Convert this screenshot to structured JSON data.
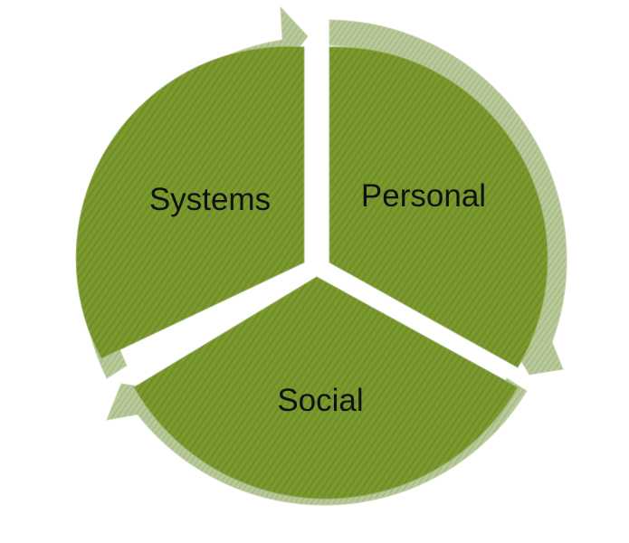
{
  "diagram": {
    "type": "cycle",
    "segments": [
      {
        "label": "Systems"
      },
      {
        "label": "Personal"
      },
      {
        "label": "Social"
      }
    ],
    "colors": {
      "segment_fill": "#7a9a2e",
      "segment_stripe": "#6f8c28",
      "ring_fill": "#b9c99a",
      "ring_stripe": "#a8bb86",
      "label_color": "#111111"
    }
  }
}
